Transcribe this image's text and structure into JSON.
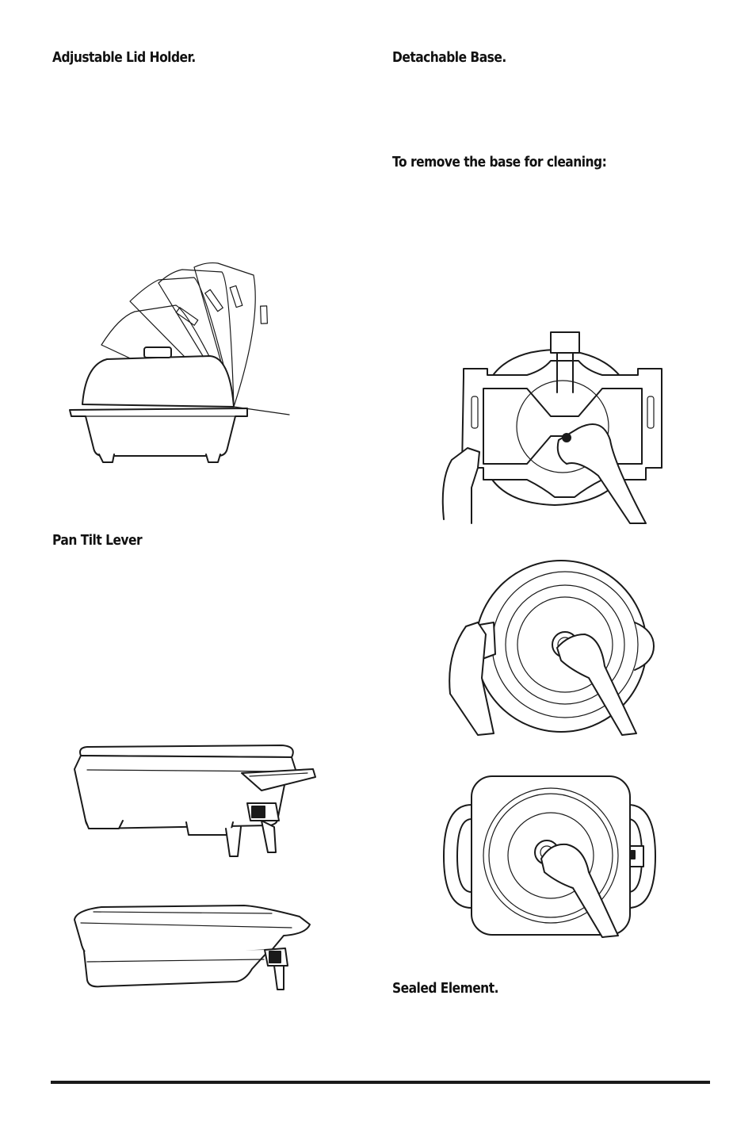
{
  "left_column": {
    "lid_holder_heading": "Adjustable Lid Holder.",
    "tilt_lever_heading": "Pan Tilt Lever"
  },
  "right_column": {
    "detachable_base_heading": "Detachable Base.",
    "remove_base_heading": "To remove the base for cleaning:",
    "sealed_element_heading": "Sealed Element."
  }
}
